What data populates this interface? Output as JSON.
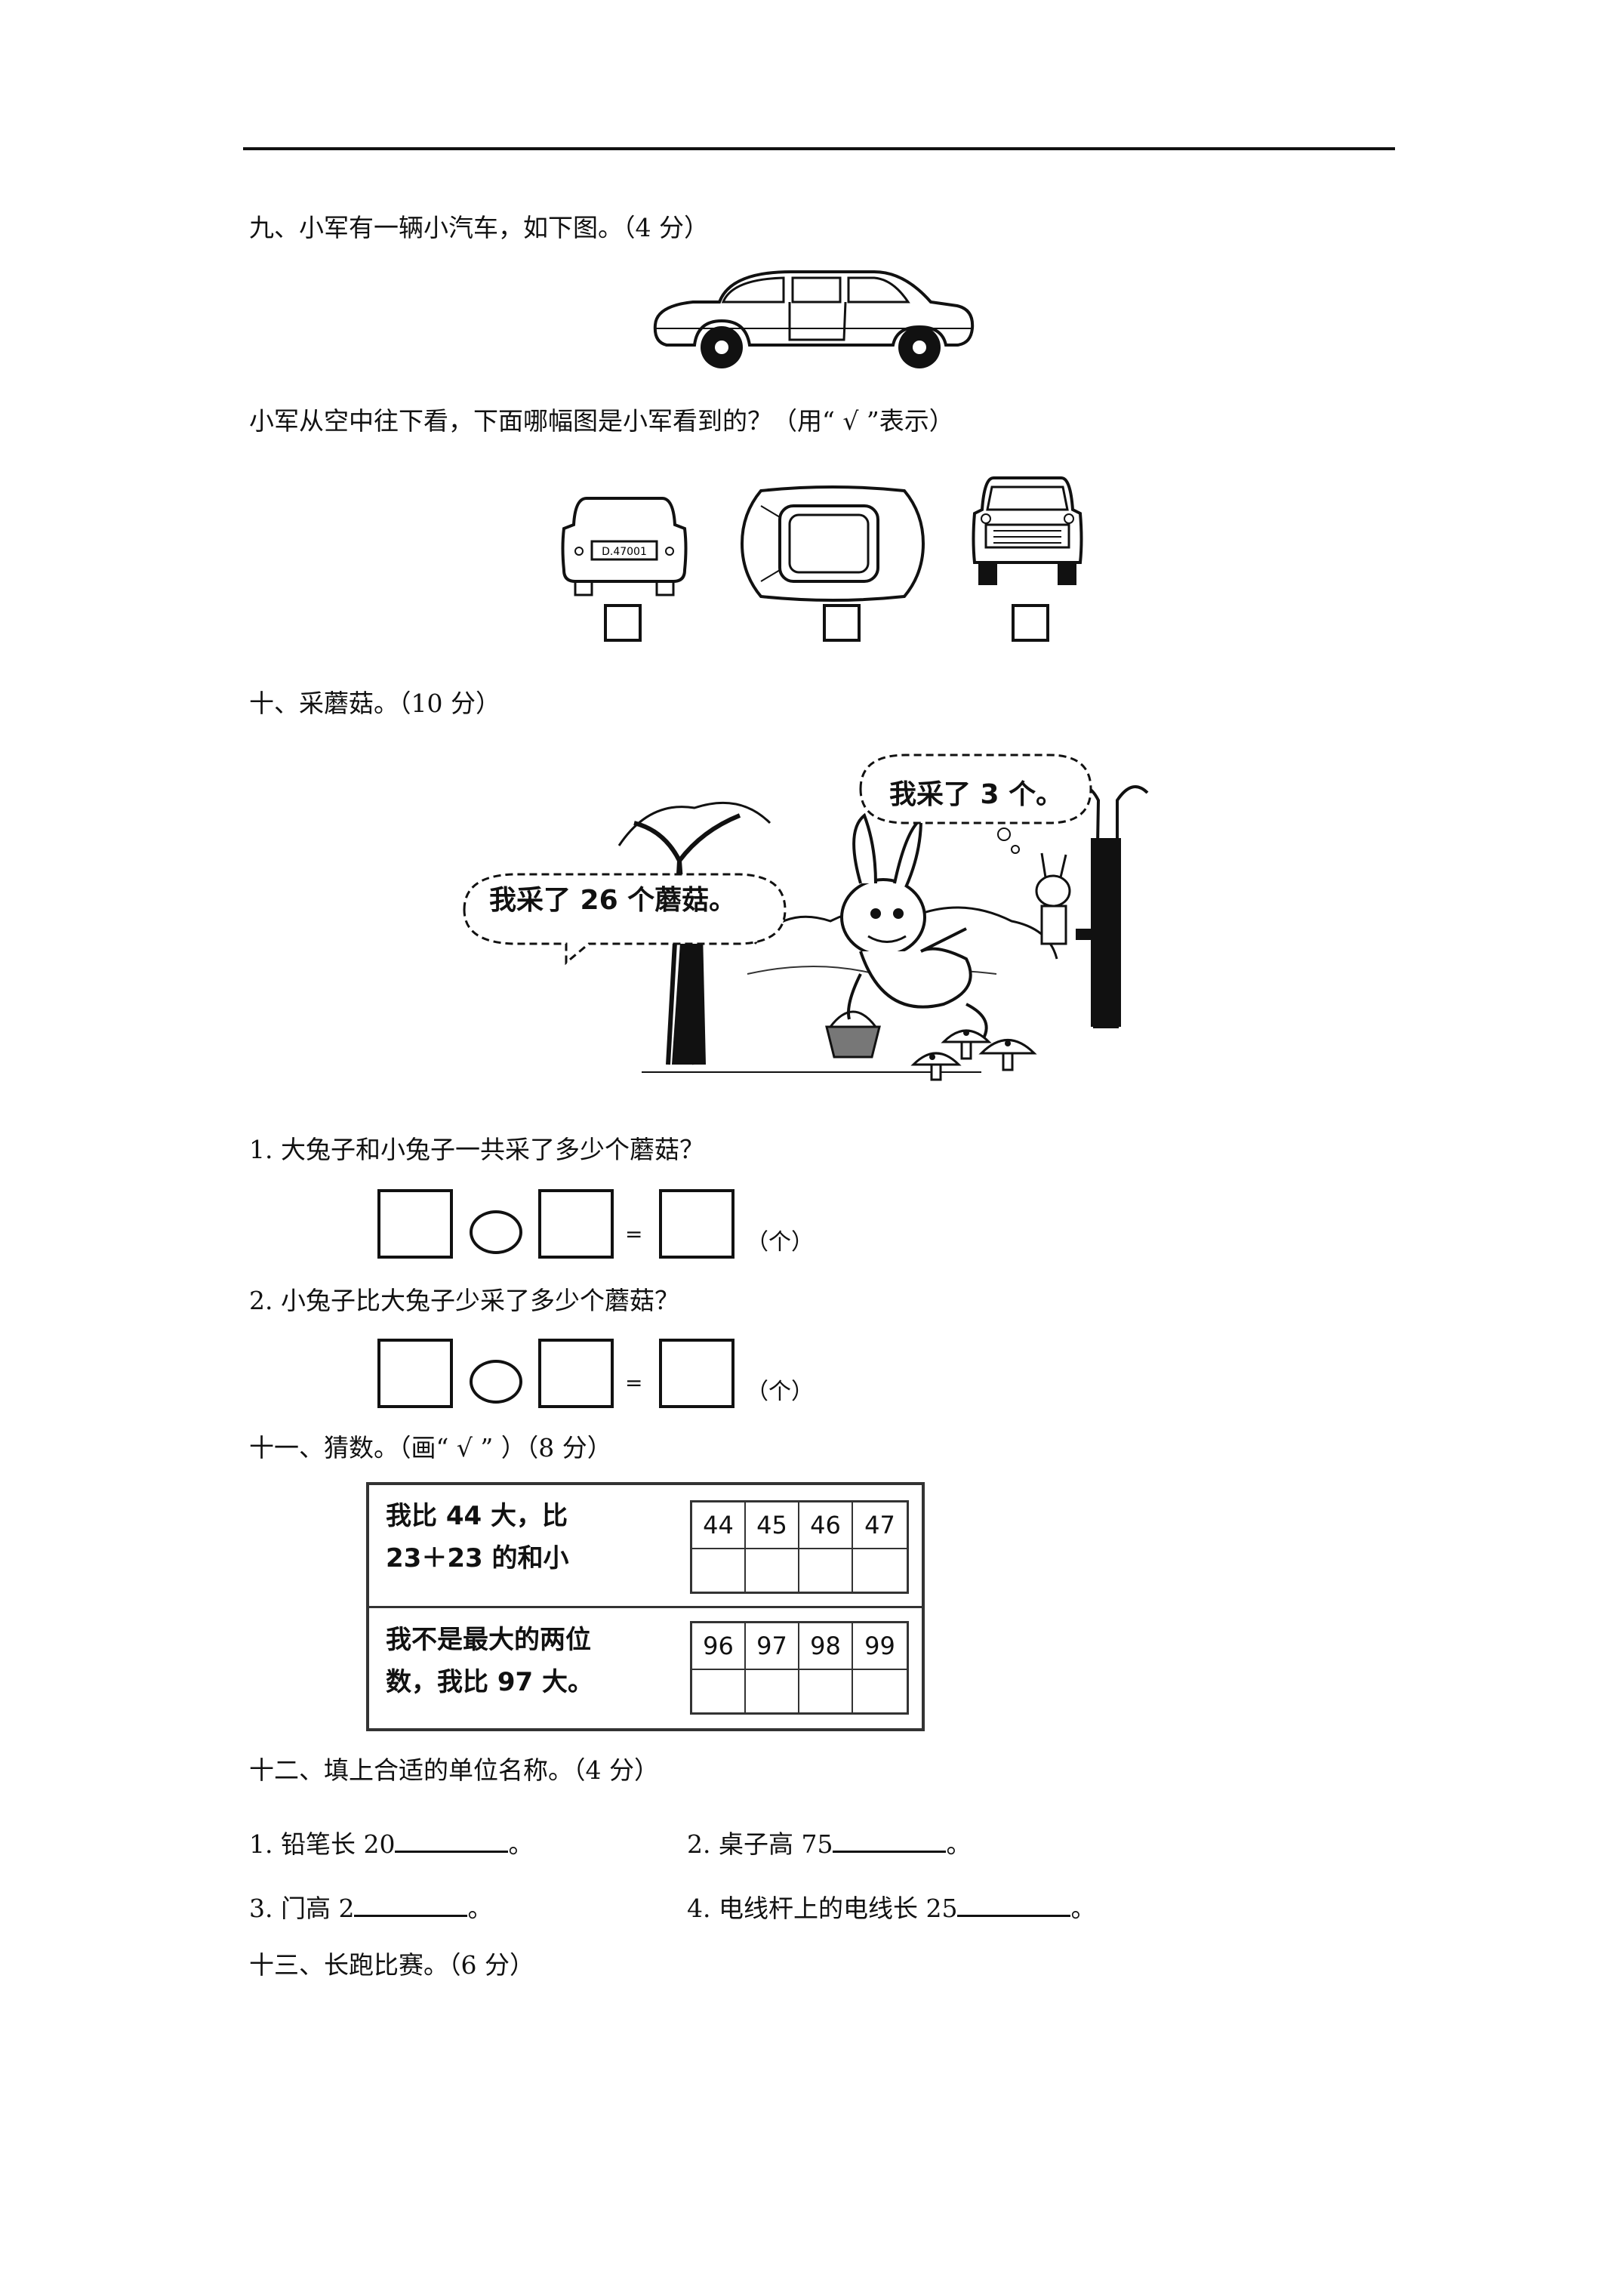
{
  "q9": {
    "title": "九、小军有一辆小汽车，如下图。（4 分）",
    "prompt": "小军从空中往下看，下面哪幅图是小军看到的？（用“ √ ”表示）",
    "plate_text": "D.47001"
  },
  "q10": {
    "title": "十、采蘑菇。（10 分）",
    "bubble_big": "我采了 26 个蘑菇。",
    "bubble_small": "我采了 3 个。",
    "sub1": "1. 大兔子和小兔子一共采了多少个蘑菇？",
    "sub2": "2. 小兔子比大兔子少采了多少个蘑菇？",
    "equals": "=",
    "unit": "（个）"
  },
  "q11": {
    "title": "十一、猜数。（画“ √ ” ）（8 分）",
    "rows": [
      {
        "line1": "我比 44 大，比",
        "line2": "23＋23 的和小",
        "numbers": [
          "44",
          "45",
          "46",
          "47"
        ]
      },
      {
        "line1": "我不是最大的两位",
        "line2": "数，我比 97 大。",
        "numbers": [
          "96",
          "97",
          "98",
          "99"
        ]
      }
    ]
  },
  "q12": {
    "title": "十二、填上合适的单位名称。（4 分）",
    "items": [
      {
        "prefix": "1. 铅笔长 20",
        "suffix": "。"
      },
      {
        "prefix": "2. 桌子高 75",
        "suffix": "。"
      },
      {
        "prefix": "3. 门高 2",
        "suffix": "。"
      },
      {
        "prefix": "4. 电线杆上的电线长 25",
        "suffix": "。"
      }
    ]
  },
  "q13": {
    "title": "十三、长跑比赛。（6 分）"
  }
}
